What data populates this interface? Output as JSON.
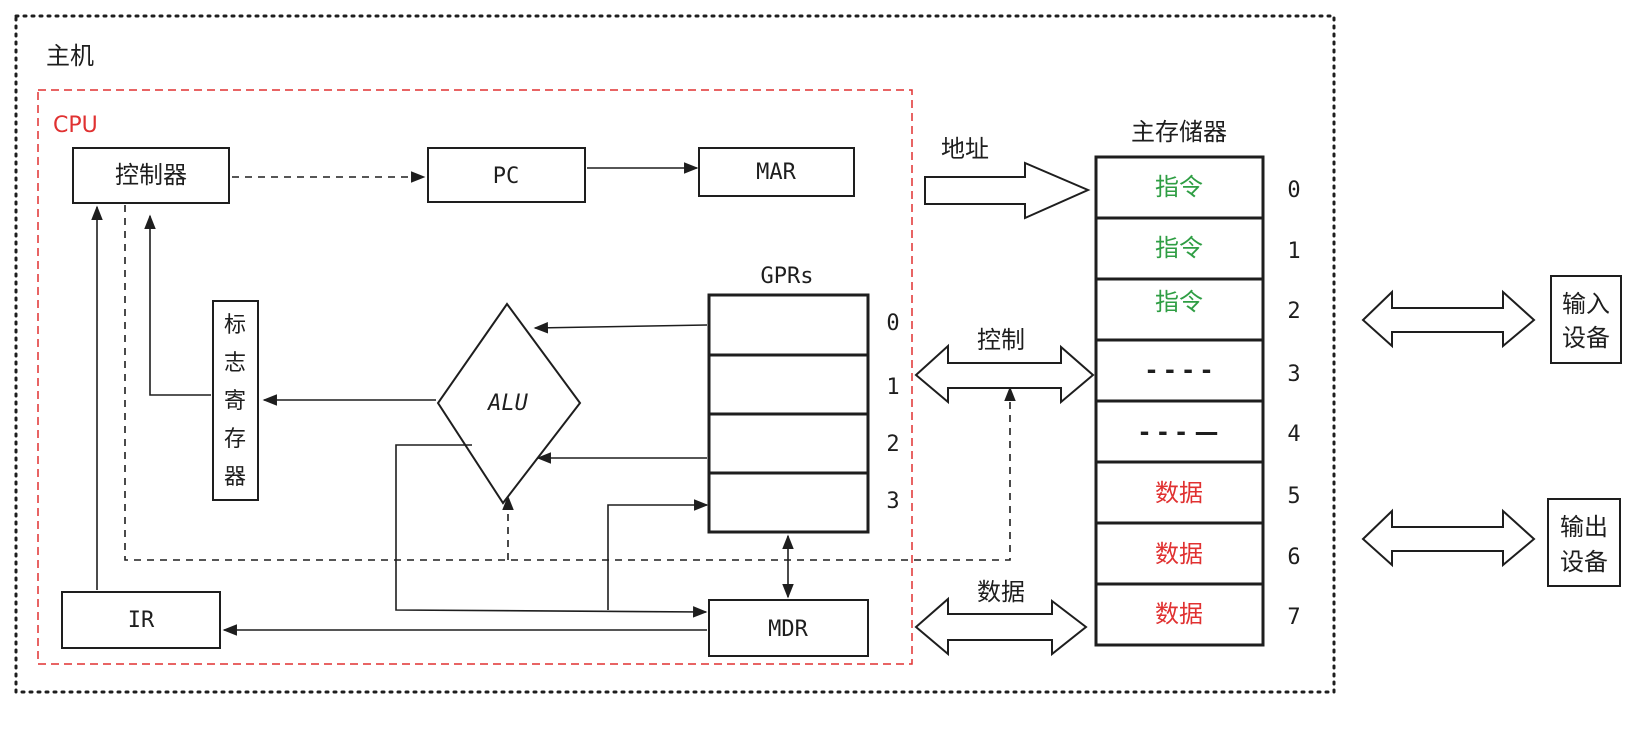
{
  "host": {
    "label": "主机"
  },
  "cpu": {
    "label": "CPU"
  },
  "controller": {
    "label": "控制器"
  },
  "pc": {
    "label": "PC"
  },
  "mar": {
    "label": "MAR"
  },
  "flags": {
    "chars": [
      "标",
      "志",
      "寄",
      "存",
      "器"
    ]
  },
  "alu": {
    "label": "ALU"
  },
  "gprs": {
    "label": "GPRs",
    "indices": [
      "0",
      "1",
      "2",
      "3"
    ]
  },
  "ir": {
    "label": "IR"
  },
  "mdr": {
    "label": "MDR"
  },
  "buses": {
    "address": "地址",
    "control": "控制",
    "data": "数据"
  },
  "memory": {
    "title": "主存储器",
    "cells": [
      {
        "content": "指令",
        "index": "0"
      },
      {
        "content": "指令",
        "index": "1"
      },
      {
        "content": "指令",
        "index": "2"
      },
      {
        "content": "- - - -",
        "index": "3"
      },
      {
        "content": "- - - —",
        "index": "4"
      },
      {
        "content": "数据",
        "index": "5"
      },
      {
        "content": "数据",
        "index": "6"
      },
      {
        "content": "数据",
        "index": "7"
      }
    ]
  },
  "io": {
    "input": [
      "输入",
      "设备"
    ],
    "output": [
      "输出",
      "设备"
    ]
  },
  "colors": {
    "instruction": "#2f9e44",
    "data": "#e03131",
    "cpu": "#e03131",
    "stroke": "#1e1e1e"
  }
}
